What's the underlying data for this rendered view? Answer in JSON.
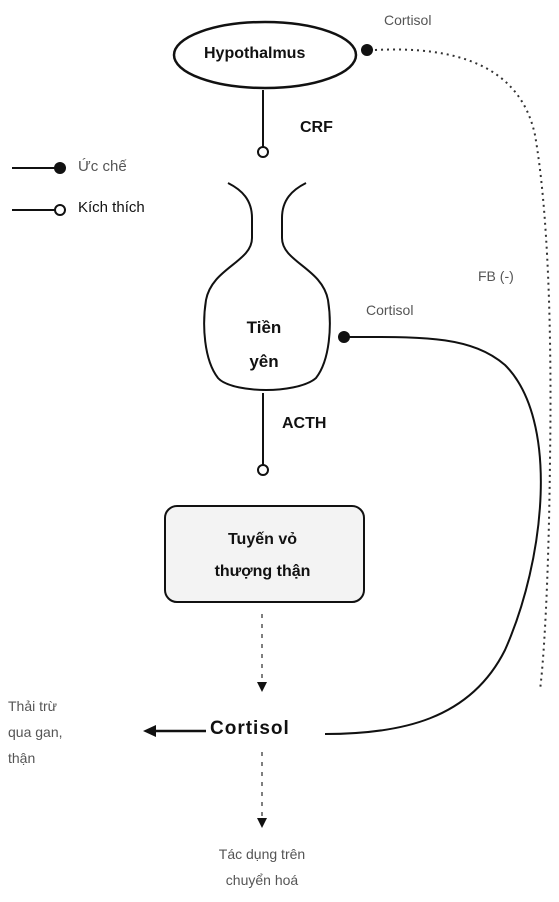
{
  "nodes": {
    "hypothalamus": "Hypothalmus",
    "pituitary": [
      "Tiền",
      "yên"
    ],
    "adrenal_cortex": [
      "Tuyến vỏ",
      "thượng thận"
    ],
    "cortisol_center": "Cortisol"
  },
  "edge_labels": {
    "crf": "CRF",
    "acth": "ACTH",
    "cortisol_top": "Cortisol",
    "cortisol_mid": "Cortisol",
    "feedback": "FB (-)"
  },
  "legend": {
    "inhibit": "Ức chế",
    "stimulate": "Kích thích"
  },
  "outputs": {
    "excretion": [
      "Thải trừ",
      "qua gan,",
      "thận"
    ],
    "effect": [
      "Tác dụng trên",
      "chuyển hoá"
    ]
  }
}
